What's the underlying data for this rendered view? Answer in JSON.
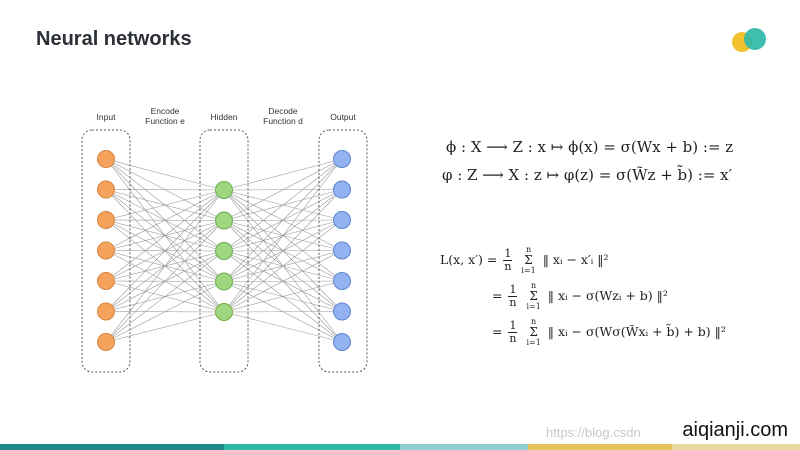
{
  "slide": {
    "title": "Neural networks"
  },
  "network": {
    "labels": {
      "input": "Input",
      "encode": [
        "Encode",
        "Function e"
      ],
      "hidden": "Hidden",
      "decode": [
        "Decode",
        "Function d"
      ],
      "output": "Output"
    },
    "layers": {
      "input": 7,
      "hidden": 5,
      "output": 7
    },
    "colors": {
      "input_fill": "#f5a35c",
      "input_stroke": "#d9853e",
      "hidden_fill": "#9fd67f",
      "hidden_stroke": "#6fae54",
      "output_fill": "#93b2f0",
      "output_stroke": "#5f84cf",
      "edge": "#9a9a9a",
      "box": "#555555"
    }
  },
  "equations": {
    "encode": "ϕ : X ⟶ Z : x ↦ ϕ(x) = σ(Wx + b) := z",
    "decode": "φ : Z ⟶ X : z ↦ φ(z) = σ(W̃z + b̃)  := x′",
    "loss_lhs": "L(x, x′) =",
    "eq_sign": "=",
    "frac_num": "1",
    "frac_den": "n",
    "sum_top": "n",
    "sum_sym": "Σ",
    "sum_bottom": "i=1",
    "loss_1": "‖ xᵢ − x′ᵢ ‖²",
    "loss_2": "‖ xᵢ − σ(Wzᵢ + b) ‖²",
    "loss_3": "‖ xᵢ − σ(Wσ(W̃xᵢ + b̃) + b) ‖²"
  },
  "footer": {
    "watermark": "aiqianji.com",
    "url_watermark": "https://blog.csdn",
    "bar_colors": [
      "#1f8a8a",
      "#2fb7a8",
      "#8fcfd0",
      "#e6c35a",
      "#e9d9a0"
    ]
  },
  "logo": {
    "colors": [
      "#f2c12e",
      "#2fb7a8"
    ]
  }
}
